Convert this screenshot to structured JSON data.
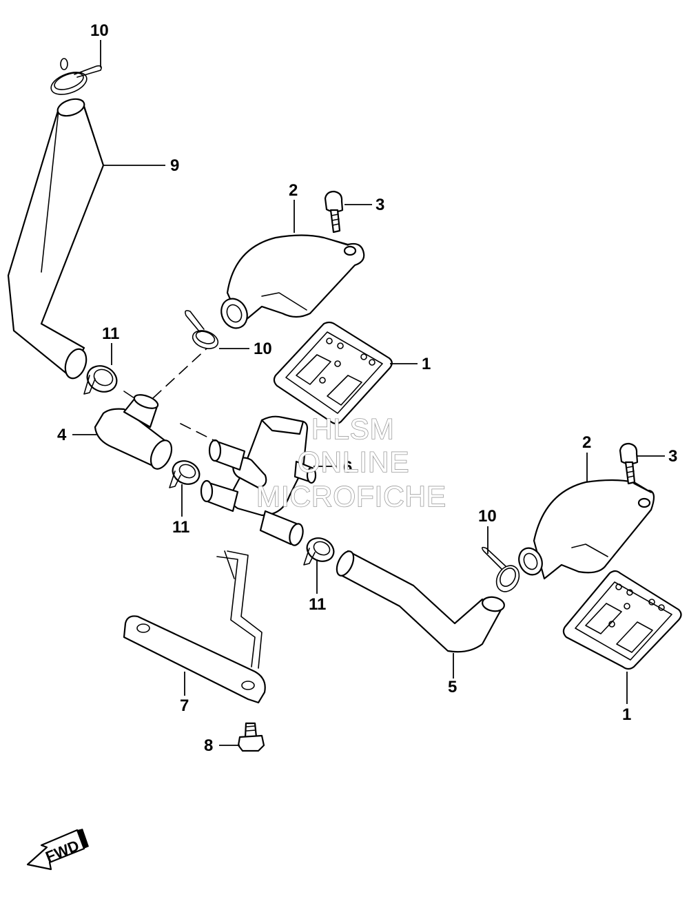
{
  "callouts": {
    "c10a": "10",
    "c9": "9",
    "c2a": "2",
    "c3a": "3",
    "c11a": "11",
    "c10b": "10",
    "c1a": "1",
    "c4": "4",
    "c6": "6",
    "c11b": "11",
    "c2b": "2",
    "c3b": "3",
    "c10c": "10",
    "c11c": "11",
    "c5": "5",
    "c7": "7",
    "c1b": "1",
    "c8": "8"
  },
  "watermark": {
    "line1": "HLSM",
    "line2": "ONLINE",
    "line3": "MICROFICHE"
  },
  "direction_arrow": {
    "label": "FWD"
  }
}
